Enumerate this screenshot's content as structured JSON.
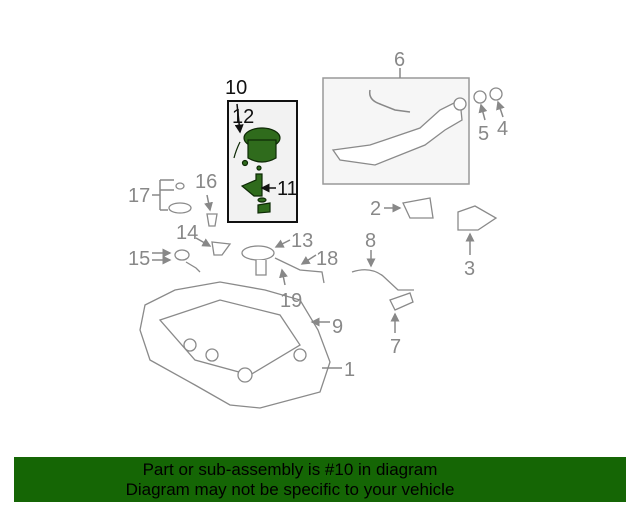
{
  "diagram": {
    "callouts": {
      "c1": "1",
      "c2": "2",
      "c3": "3",
      "c4": "4",
      "c5": "5",
      "c6": "6",
      "c7": "7",
      "c8": "8",
      "c9": "9",
      "c10": "10",
      "c11": "11",
      "c12": "12",
      "c13": "13",
      "c14": "14",
      "c15": "15",
      "c16": "16",
      "c17": "17",
      "c18": "18",
      "c19": "19"
    },
    "highlight_color": "#2f6b1c"
  },
  "banner": {
    "line1": "Part or sub-assembly is #10 in diagram",
    "line2": "Diagram may not be specific to your vehicle",
    "color": "#156605"
  }
}
